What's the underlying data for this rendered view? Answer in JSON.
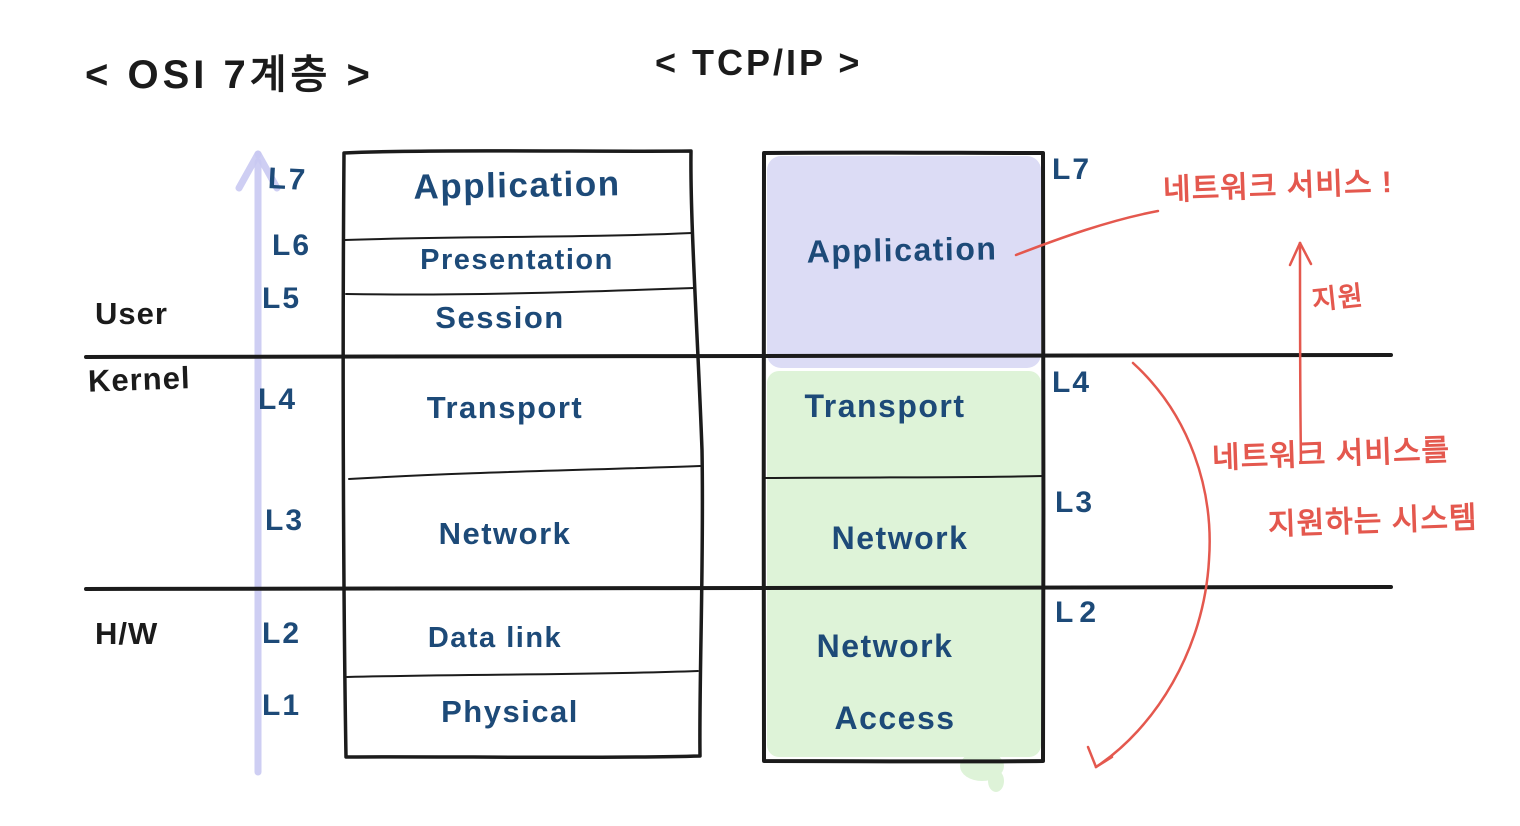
{
  "titles": {
    "osi": "< OSI 7계층 >",
    "tcpip": "< TCP/IP >"
  },
  "side_labels": {
    "user": "User",
    "kernel": "Kernel",
    "hw": "H/W"
  },
  "osi": {
    "layers": [
      {
        "num": "L7",
        "name": "Application"
      },
      {
        "num": "L6",
        "name": "Presentation"
      },
      {
        "num": "L5",
        "name": "Session"
      },
      {
        "num": "L4",
        "name": "Transport"
      },
      {
        "num": "L3",
        "name": "Network"
      },
      {
        "num": "L2",
        "name": "Data link"
      },
      {
        "num": "L1",
        "name": "Physical"
      }
    ]
  },
  "tcpip": {
    "layers": [
      {
        "num": "L7",
        "name": "Application",
        "highlight": "purple"
      },
      {
        "num": "L4",
        "name": "Transport",
        "highlight": "green"
      },
      {
        "num": "L3",
        "name": "Network",
        "highlight": "green"
      },
      {
        "num": "L2",
        "name": "Network Access",
        "line1": "Network",
        "line2": "Access",
        "highlight": "green"
      }
    ]
  },
  "annotations": {
    "network_service": "네트워크 서비스 !",
    "support": "지원",
    "support_system_line1": "네트워크 서비스를",
    "support_system_line2": "지원하는 시스템"
  },
  "colors": {
    "ink_black": "#1b1b1b",
    "ink_blue": "#1d4a78",
    "ink_red": "#e4584e",
    "fill_purple": "#dcdcf5",
    "fill_green": "#def3d8",
    "arrow_lavender": "#c9c9f2"
  }
}
